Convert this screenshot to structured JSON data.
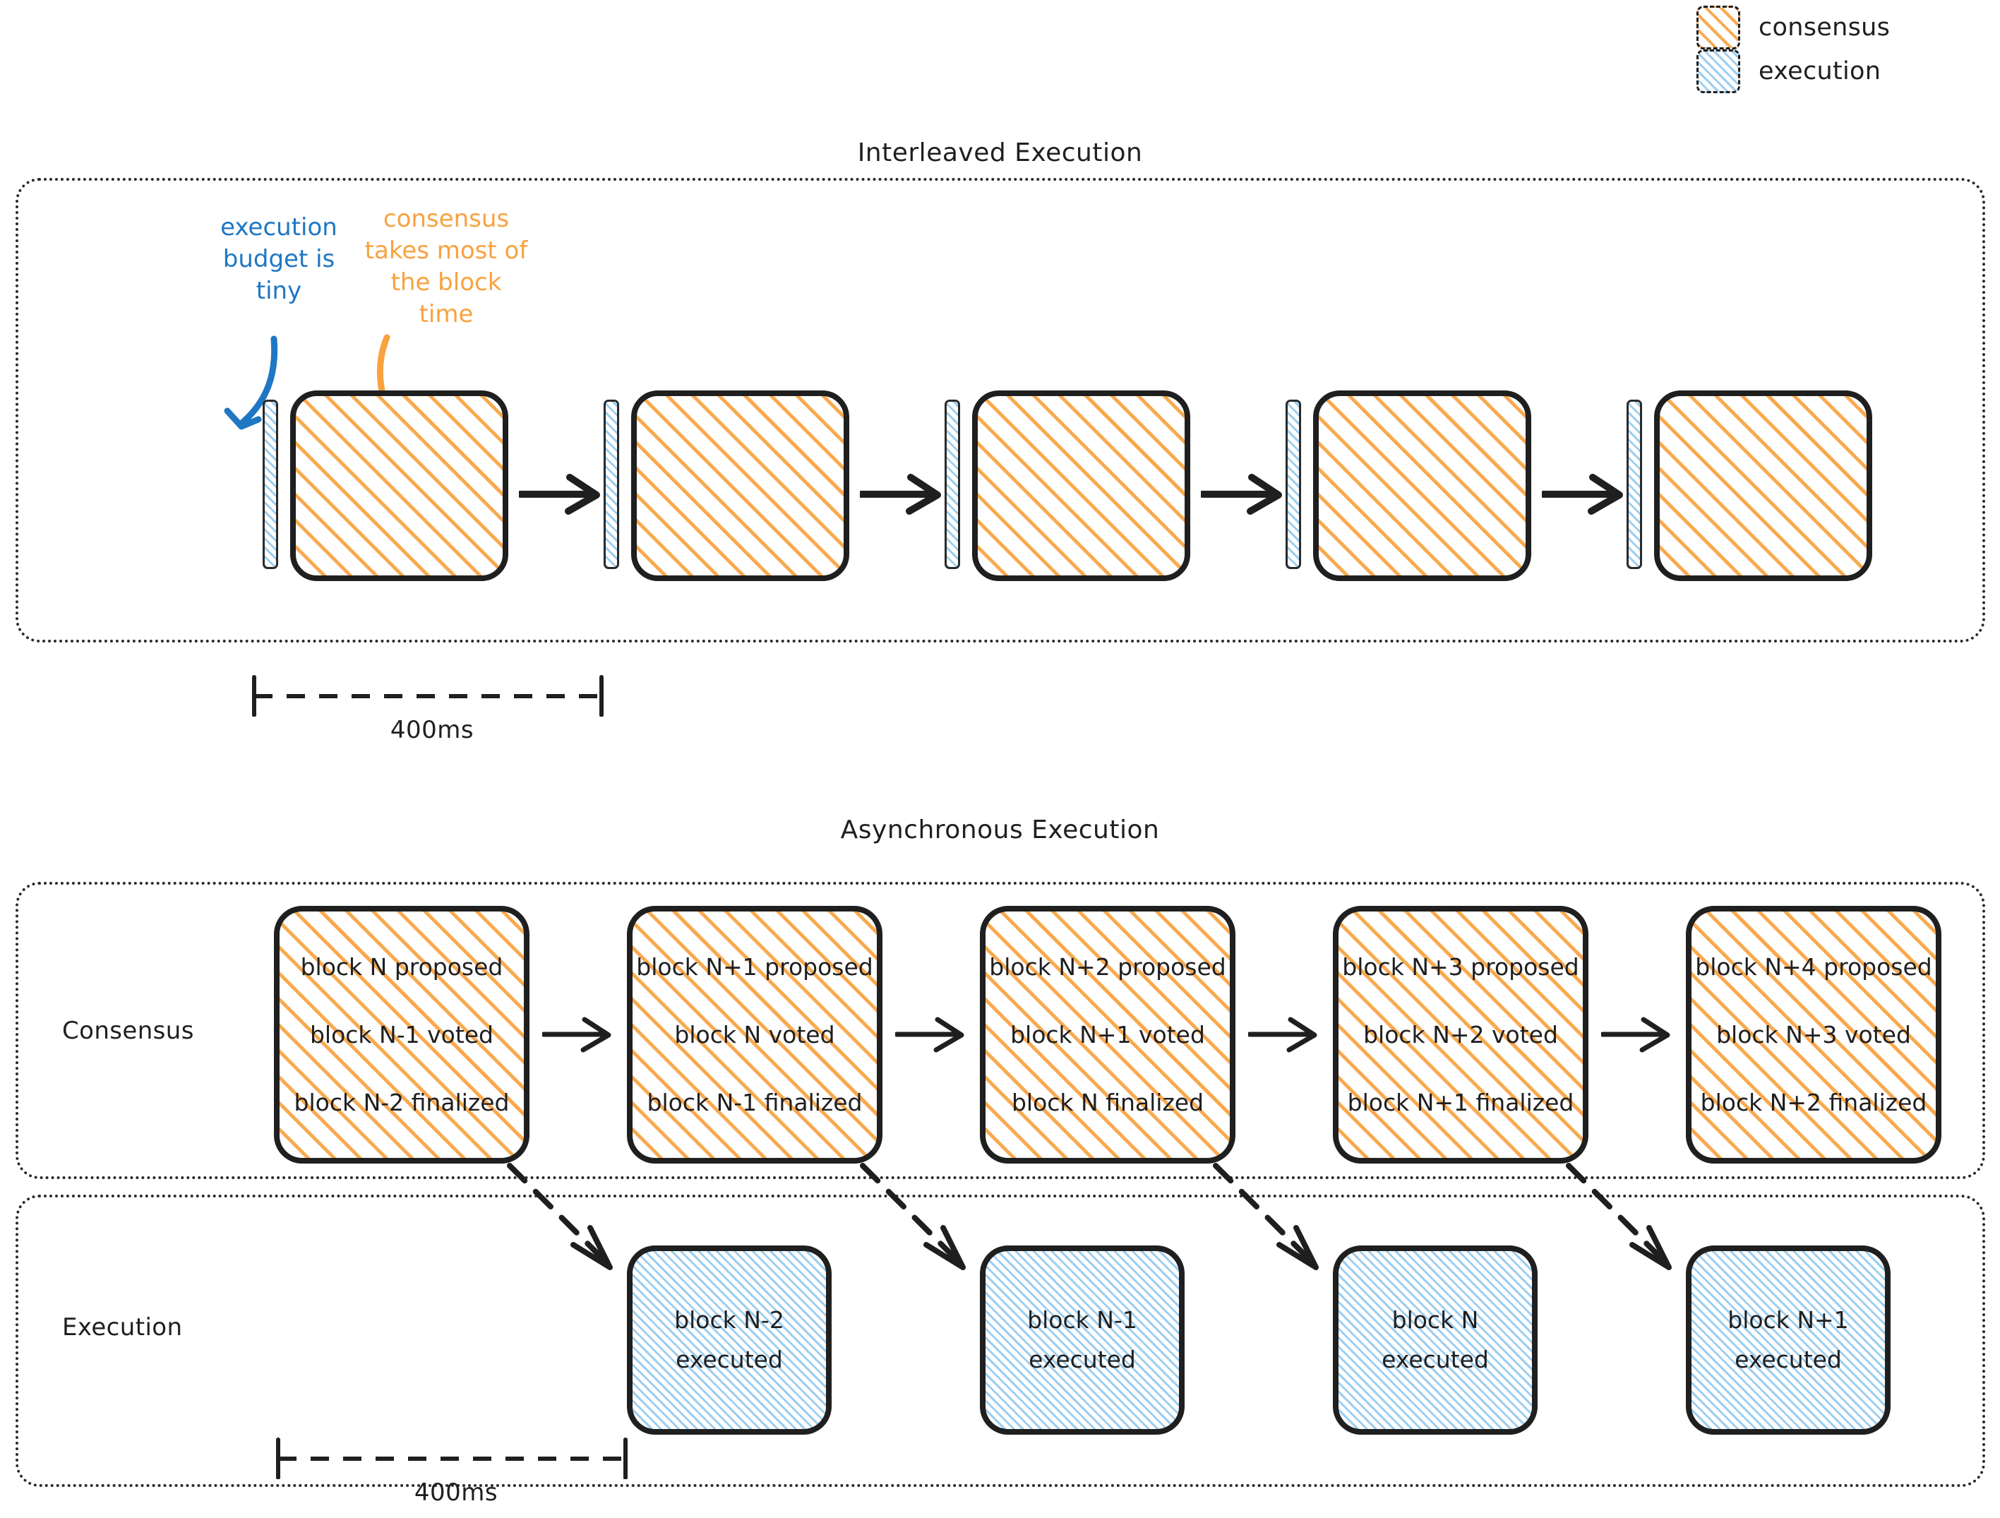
{
  "legend": {
    "items": [
      {
        "label": "consensus",
        "swatch": "consensus-hatch-swatch",
        "color": "#F9A94F"
      },
      {
        "label": "execution",
        "swatch": "execution-hatch-swatch",
        "color": "#9CCEF0"
      }
    ]
  },
  "sections": {
    "interleaved": {
      "title": "Interleaved Execution",
      "annotations": [
        {
          "text": "execution budget is tiny",
          "color": "#1F77C4",
          "points_to": "execution-sliver"
        },
        {
          "text": "consensus takes most of the block time",
          "color": "#F9A23F",
          "points_to": "consensus-block"
        }
      ],
      "slots": [
        {
          "execution": "execution-sliver",
          "consensus": "consensus-block"
        },
        {
          "execution": "execution-sliver",
          "consensus": "consensus-block"
        },
        {
          "execution": "execution-sliver",
          "consensus": "consensus-block"
        },
        {
          "execution": "execution-sliver",
          "consensus": "consensus-block"
        },
        {
          "execution": "execution-sliver",
          "consensus": "consensus-block"
        }
      ],
      "ruler": {
        "label": "400ms"
      }
    },
    "asynchronous": {
      "title": "Asynchronous Execution",
      "rows": {
        "consensus_label": "Consensus",
        "execution_label": "Execution"
      },
      "consensus_blocks": [
        {
          "proposed": "block N proposed",
          "voted": "block N-1 voted",
          "finalized": "block N-2 finalized"
        },
        {
          "proposed": "block N+1 proposed",
          "voted": "block N voted",
          "finalized": "block N-1 finalized"
        },
        {
          "proposed": "block N+2 proposed",
          "voted": "block N+1 voted",
          "finalized": "block N finalized"
        },
        {
          "proposed": "block N+3 proposed",
          "voted": "block N+2 voted",
          "finalized": "block N+1 finalized"
        },
        {
          "proposed": "block N+4 proposed",
          "voted": "block N+3 voted",
          "finalized": "block N+2 finalized"
        }
      ],
      "execution_blocks": [
        {
          "line1": "block N-2",
          "line2": "executed"
        },
        {
          "line1": "block N-1",
          "line2": "executed"
        },
        {
          "line1": "block N",
          "line2": "executed"
        },
        {
          "line1": "block N+1",
          "line2": "executed"
        }
      ],
      "ruler": {
        "label": "400ms"
      }
    }
  },
  "colors": {
    "consensus": "#F9A94F",
    "execution": "#9CCEF0",
    "annotation_blue": "#1F77C4",
    "annotation_orange": "#F9A23F",
    "ink": "#1f1f1f"
  }
}
